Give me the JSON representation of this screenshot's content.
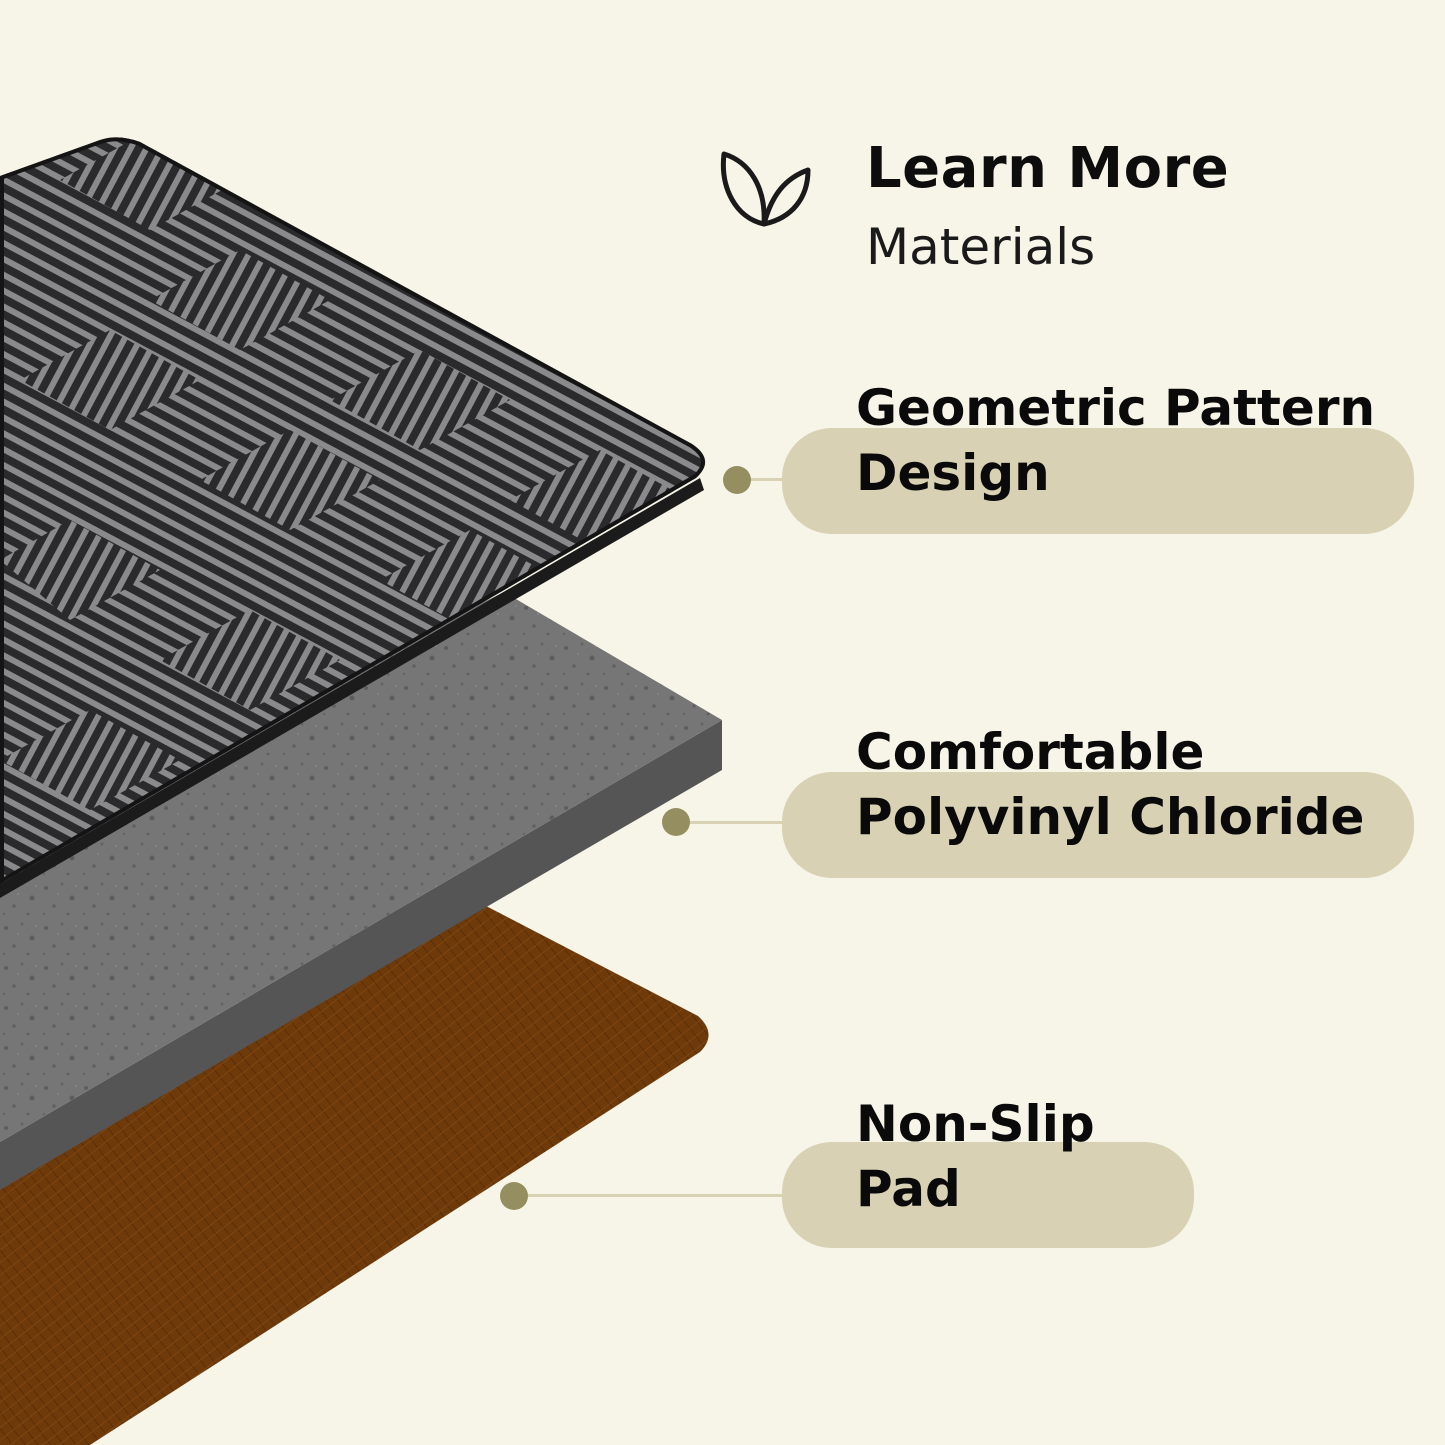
{
  "header": {
    "icon": "leaf-icon",
    "title": "Learn More",
    "subtitle": "Materials"
  },
  "layers": [
    {
      "id": "geometric",
      "line1": "Geometric Pattern",
      "line2": "Design",
      "color": "#3a3a3a"
    },
    {
      "id": "pvc",
      "line1": "Comfortable",
      "line2": "Polyvinyl Chloride",
      "color": "#6d6d6d"
    },
    {
      "id": "nonslip",
      "line1": "Non-Slip",
      "line2": "Pad",
      "color": "#6e3a0a"
    }
  ],
  "colors": {
    "background": "#f7f4e8",
    "pill": "#d8d1b3",
    "dot": "#958e60"
  }
}
